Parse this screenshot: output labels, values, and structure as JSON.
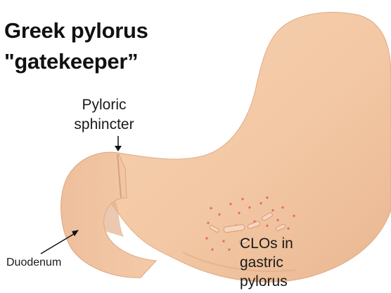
{
  "title": {
    "line1": "Greek pylorus",
    "line2": "\"gatekeeper”"
  },
  "labels": {
    "pyloric_line1": "Pyloric",
    "pyloric_line2": "sphincter",
    "duodenum": "Duodenum",
    "clo_line1": "CLOs in",
    "clo_line2": "gastric",
    "clo_line3": "pylorus"
  },
  "colors": {
    "stomach_fill": "#f3c8a4",
    "stomach_shadow": "#e3b08c",
    "dots": "#e8607a",
    "bacteria": "#d69a7c"
  }
}
